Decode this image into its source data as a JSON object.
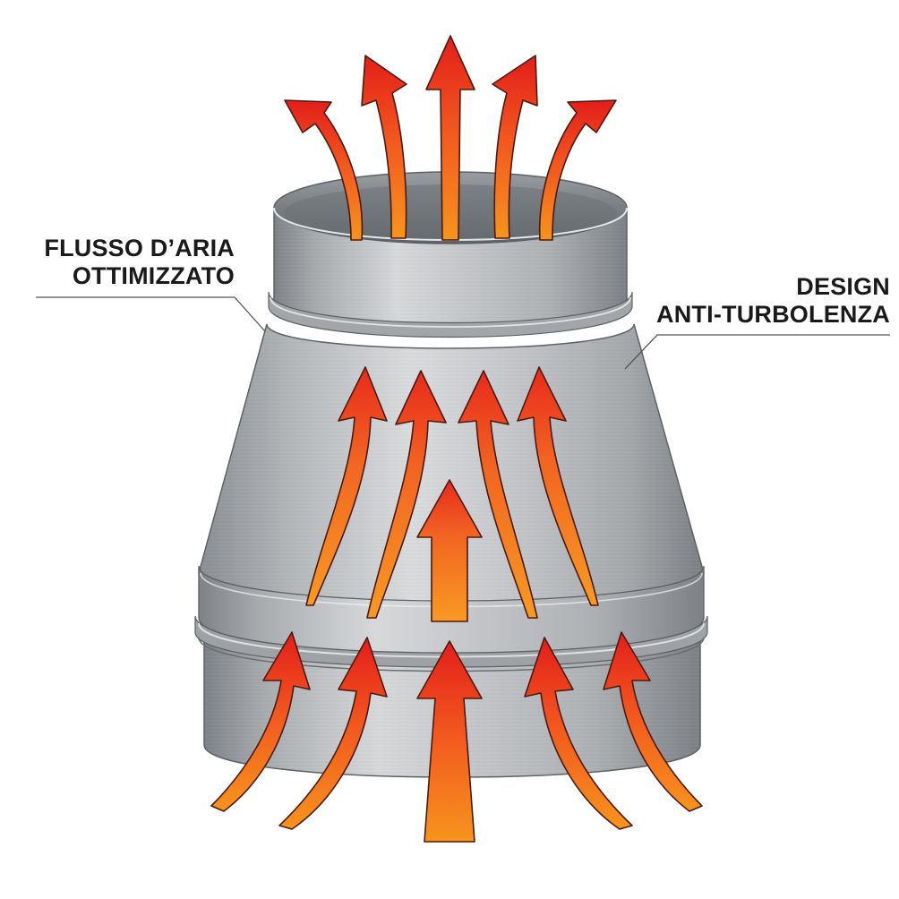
{
  "labels": {
    "left": {
      "line1": "FLUSSO D’ARIA",
      "line2": "OTTIMIZZATO"
    },
    "right": {
      "line1": "DESIGN",
      "line2": "ANTI-TURBOLENZA"
    }
  },
  "colors": {
    "arrow_red": "#e8261c",
    "arrow_orange": "#f7941d",
    "arrow_outline": "#4a1a10",
    "metal_light": "#d9dadb",
    "metal_mid": "#a9acaf",
    "metal_dark": "#6d7175",
    "leader_line": "#555555",
    "text": "#1a1a1a"
  },
  "illustration": {
    "subject": "conical metal chimney reducer",
    "arrow_groups": [
      "top-outflow",
      "cone-upflow",
      "bottom-inflow"
    ]
  }
}
